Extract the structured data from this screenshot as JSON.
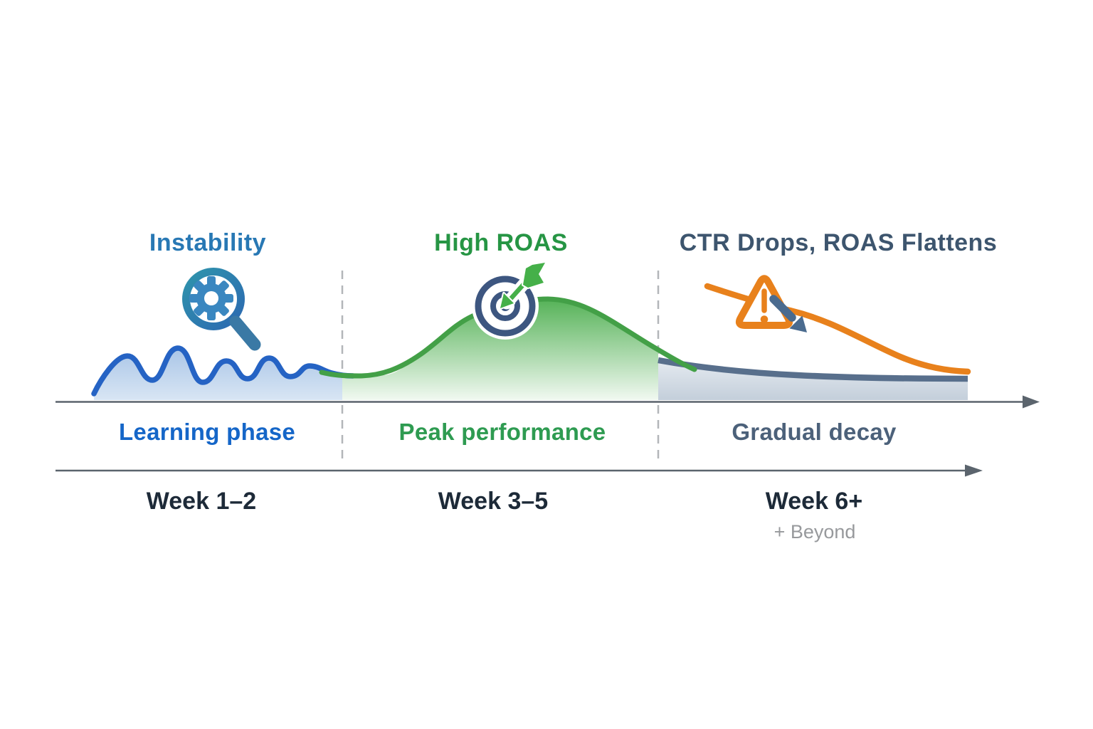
{
  "diagram": {
    "name": "campaign-lifecycle-timeline",
    "background_color": "#ffffff",
    "sections": [
      {
        "title": "Instability",
        "title_color": "#2878b4",
        "phase_label": "Learning phase",
        "phase_color": "#1566c8",
        "week_label": "Week 1–2",
        "icon": "gear-magnifier-icon",
        "curve": {
          "type": "wavy-unstable",
          "stroke_color": "#2563c4",
          "fill_color": "#b4cce9"
        }
      },
      {
        "title": "High ROAS",
        "title_color": "#269544",
        "phase_label": "Peak performance",
        "phase_color": "#2e9b51",
        "week_label": "Week 3–5",
        "icon": "target-dart-icon",
        "curve": {
          "type": "bell-peak",
          "stroke_color": "#43a047",
          "fill_color": "#5cb55e"
        }
      },
      {
        "title": "CTR Drops, ROAS Flattens",
        "title_color": "#3d556e",
        "phase_label": "Gradual decay",
        "phase_color": "#4c617a",
        "week_label": "Week 6+",
        "week_sublabel": "+ Beyond",
        "week_sublabel_color": "#97999c",
        "icon": "warning-decline-icon",
        "curve": {
          "type": "flat-decay",
          "stroke_color": "#586f8c",
          "fill_color": "#ccd6e1"
        },
        "overlay_curve": {
          "type": "roas-decline",
          "stroke_color": "#e8811c"
        }
      }
    ],
    "week_label_color": "#1d2a38",
    "axis_color": "#5b646d",
    "divider_color": "#b3b6b9",
    "icon_colors": {
      "magnifier_teal": "#2f93ac",
      "magnifier_blue": "#2b64b2",
      "target_navy": "#3d5680",
      "dart_green": "#45b049",
      "warning_orange": "#e8811c",
      "decline_arrow_steel": "#4a6b8f"
    }
  }
}
